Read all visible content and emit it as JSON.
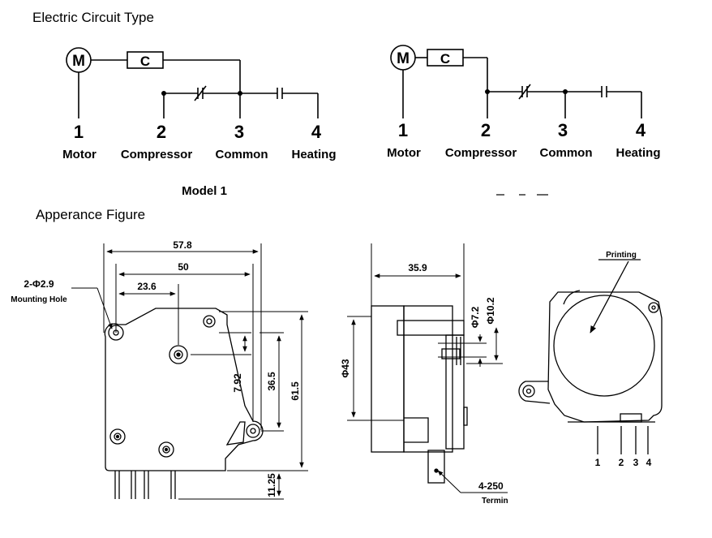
{
  "headings": {
    "circuit": "Electric Circuit Type",
    "appearance": "Apperance Figure"
  },
  "circuit_model_1": {
    "motor_symbol": "M",
    "capacitor_symbol": "C",
    "terminals": [
      {
        "number": "1",
        "label": "Motor"
      },
      {
        "number": "2",
        "label": "Compressor"
      },
      {
        "number": "3",
        "label": "Common"
      },
      {
        "number": "4",
        "label": "Heating"
      }
    ],
    "caption": "Model 1"
  },
  "circuit_model_2": {
    "motor_symbol": "M",
    "capacitor_symbol": "C",
    "terminals": [
      {
        "number": "1",
        "label": "Motor"
      },
      {
        "number": "2",
        "label": "Compressor"
      },
      {
        "number": "3",
        "label": "Common"
      },
      {
        "number": "4",
        "label": "Heating"
      }
    ]
  },
  "front_view": {
    "dim_overall_width": "57.8",
    "dim_width_50": "50",
    "dim_width_23_6": "23.6",
    "mounting_hole_spec": "2-Φ2.9",
    "mounting_hole_label": "Mounting Hole",
    "dim_7_92": "7.92",
    "dim_36_5": "36.5",
    "dim_61_5": "61.5",
    "dim_11_25": "11.25"
  },
  "side_view": {
    "dim_depth": "35.9",
    "dim_diameter_43": "Φ43",
    "dim_diameter_7_2": "Φ7.2",
    "dim_diameter_10_2": "Φ10.2",
    "terminal_spec": "4-250",
    "terminal_label": "Termin"
  },
  "rear_view": {
    "printing_label": "Printing",
    "pins": [
      "1",
      "2",
      "3",
      "4"
    ]
  },
  "colors": {
    "line": "#000000",
    "background": "#ffffff"
  }
}
